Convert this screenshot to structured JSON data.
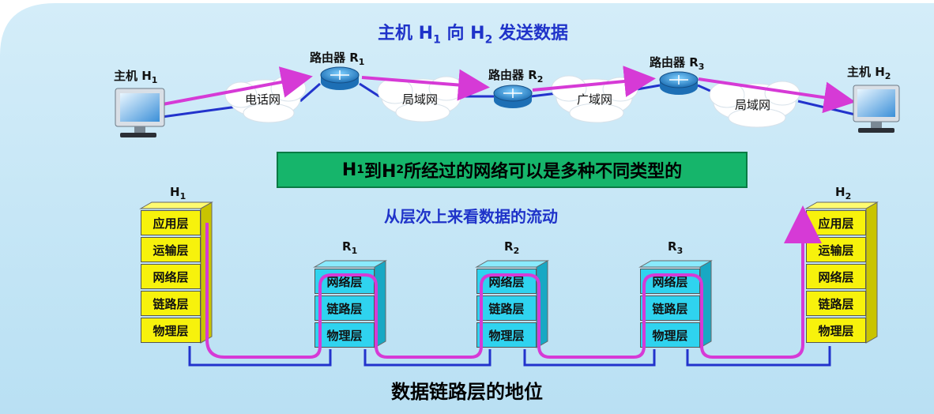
{
  "top_title": {
    "pre": "主机 H",
    "s1": "1",
    "mid": " 向 H",
    "s2": "2",
    "post": " 发送数据"
  },
  "hosts": {
    "h1": {
      "pre": "主机 H",
      "sub": "1"
    },
    "h2": {
      "pre": "主机 H",
      "sub": "2"
    }
  },
  "routers_top": [
    {
      "pre": "路由器 R",
      "sub": "1"
    },
    {
      "pre": "路由器 R",
      "sub": "2"
    },
    {
      "pre": "路由器 R",
      "sub": "3"
    }
  ],
  "clouds": [
    "电话网",
    "局域网",
    "广域网",
    "局域网"
  ],
  "network_note": {
    "a": "H",
    "s1": "1",
    "b": " 到H",
    "s2": "2",
    "c": " 所经过的网络可以是多种不同类型的"
  },
  "layer_subtitle": "从层次上来看数据的流动",
  "stack_labels": {
    "h1": {
      "pre": "H",
      "sub": "1"
    },
    "h2": {
      "pre": "H",
      "sub": "2"
    },
    "r1": {
      "pre": "R",
      "sub": "1"
    },
    "r2": {
      "pre": "R",
      "sub": "2"
    },
    "r3": {
      "pre": "R",
      "sub": "3"
    }
  },
  "host_layers": [
    "应用层",
    "运输层",
    "网络层",
    "链路层",
    "物理层"
  ],
  "router_layers": [
    "网络层",
    "链路层",
    "物理层"
  ],
  "bottom_title": "数据链路层的地位",
  "colors": {
    "title_blue": "#1f33c9",
    "magenta": "#d63ad6",
    "link_blue": "#2233cc",
    "host_layer": "#f7f20c",
    "router_layer": "#2fd3ef",
    "note_green": "#16b56b"
  }
}
